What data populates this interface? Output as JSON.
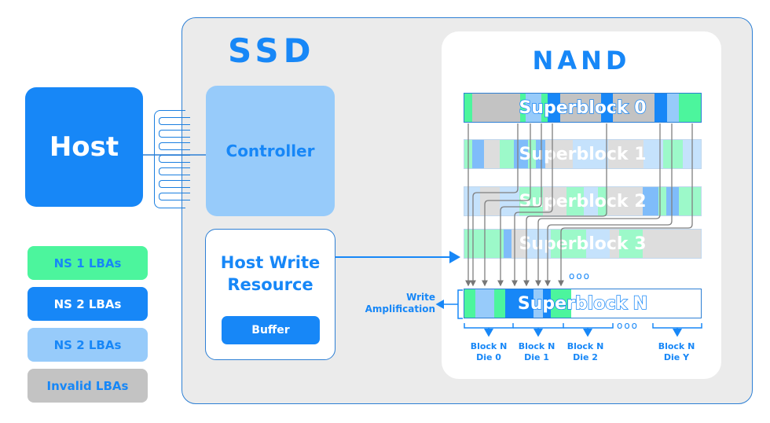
{
  "host": {
    "label": "Host"
  },
  "legend": [
    {
      "label": "NS 1 LBAs",
      "bg": "#4cf59d",
      "fg": "#1787f7"
    },
    {
      "label": "NS 2 LBAs",
      "bg": "#1787f7",
      "fg": "#ffffff"
    },
    {
      "label": "NS 2 LBAs",
      "bg": "#97cbfa",
      "fg": "#1787f7"
    },
    {
      "label": "Invalid LBAs",
      "bg": "#c3c3c3",
      "fg": "#1787f7"
    }
  ],
  "ssd": {
    "title": "SSD",
    "controller": {
      "label": "Controller"
    },
    "host_write_resource": {
      "title_line1": "Host Write",
      "title_line2": "Resource",
      "buffer_label": "Buffer"
    },
    "write_amplification": {
      "line1": "Write",
      "line2": "Amplification"
    }
  },
  "nand": {
    "title": "NAND",
    "ellipsis": "ooo",
    "superblocks": [
      {
        "label": "Superblock 0"
      },
      {
        "label": "Superblock 1"
      },
      {
        "label": "Superblock 2"
      },
      {
        "label": "Superblock 3"
      },
      {
        "label": "Superblock N"
      }
    ],
    "dies": [
      {
        "line1": "Block N",
        "line2": "Die 0"
      },
      {
        "line1": "Block N",
        "line2": "Die 1"
      },
      {
        "line1": "Block N",
        "line2": "Die 2"
      },
      {
        "line1": "Block N",
        "line2": "Die Y"
      }
    ]
  },
  "colors": {
    "accent": "#1787f7",
    "ns1": "#4cf59d",
    "ns2_dark": "#1787f7",
    "ns2_light": "#97cbfa",
    "invalid": "#c3c3c3",
    "ssd_bg": "#ebebeb",
    "border": "#2d7fd4"
  }
}
